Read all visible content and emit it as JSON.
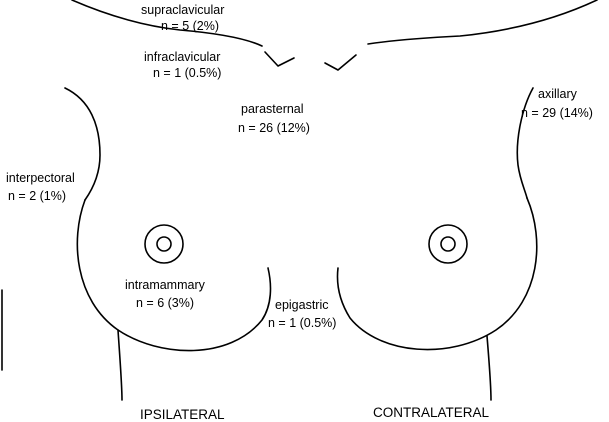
{
  "sites": {
    "supraclavicular": {
      "name": "supraclavicular",
      "count": "n = 5 (2%)"
    },
    "infraclavicular": {
      "name": "infraclavicular",
      "count": "n = 1 (0.5%)"
    },
    "parasternal": {
      "name": "parasternal",
      "count": "n = 26 (12%)"
    },
    "axillary": {
      "name": "axillary",
      "count": "n = 29 (14%)"
    },
    "interpectoral": {
      "name": "interpectoral",
      "count": "n = 2 (1%)"
    },
    "intramammary": {
      "name": "intramammary",
      "count": "n = 6 (3%)"
    },
    "epigastric": {
      "name": "epigastric",
      "count": "n = 1 (0.5%)"
    }
  },
  "sides": {
    "left": "IPSILATERAL",
    "right": "CONTRALATERAL"
  },
  "colors": {
    "line": "#000000",
    "background": "#ffffff"
  }
}
